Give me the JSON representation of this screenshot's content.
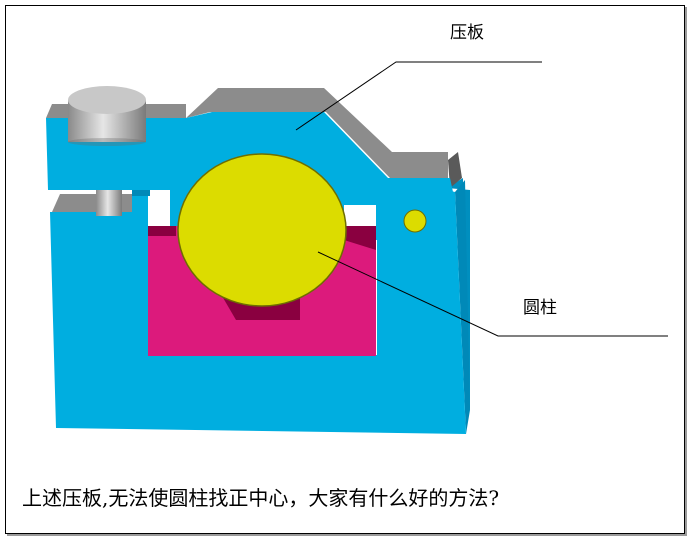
{
  "labels": {
    "pressure_plate": "压板",
    "cylinder": "圆柱"
  },
  "caption": "上述压板,无法使圆柱找正中心，大家有什么好的方法?",
  "colors": {
    "body": "#00aee0",
    "body_dark": "#0089b8",
    "top_gray": "#8c8c8c",
    "cylinder": "#dcdc00",
    "vblock": "#dc1a7c",
    "vblock_dark": "#8a0040",
    "knob": "#b8b8b8"
  }
}
